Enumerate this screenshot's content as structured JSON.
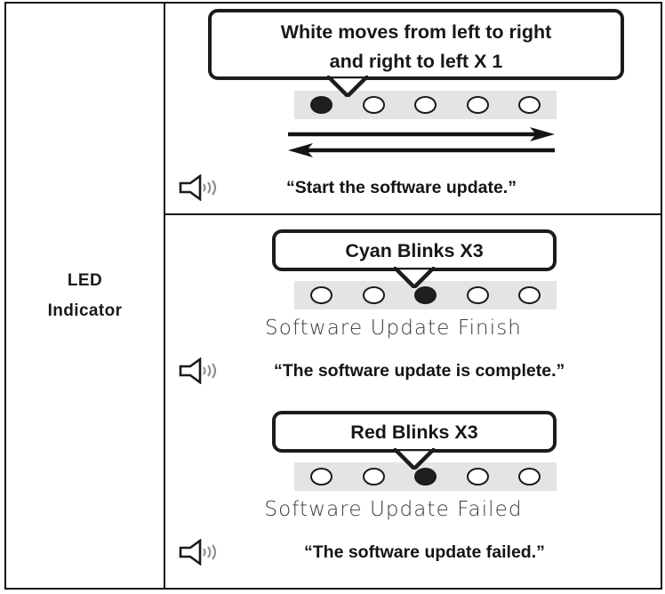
{
  "row_label": {
    "line1": "LED",
    "line2": "Indicator"
  },
  "colors": {
    "frame_border": "#111111",
    "bubble_border": "#1c1c1c",
    "led_strip_bg": "#e4e4e4",
    "led_on": "#1f1f1f",
    "led_off": "#ffffff",
    "status_text": "#3a3a3a"
  },
  "sections": [
    {
      "id": "software-update-start",
      "bubble_label_line1": "White moves from left to right",
      "bubble_label_line2": "and right to left X 1",
      "leds": [
        "on",
        "off",
        "off",
        "off",
        "off"
      ],
      "arrows": [
        "arrow-right-icon",
        "arrow-left-icon"
      ],
      "voice_icon": "speaker-icon",
      "voice_text": "“Start the software update.”"
    },
    {
      "id": "software-update-finish",
      "bubble_label": "Cyan Blinks X3",
      "leds": [
        "off",
        "off",
        "on",
        "off",
        "off"
      ],
      "status_text": "Software Update Finish",
      "voice_icon": "speaker-icon",
      "voice_text": "“The software update is complete.”"
    },
    {
      "id": "software-update-failed",
      "bubble_label": "Red Blinks X3",
      "leds": [
        "off",
        "off",
        "on",
        "off",
        "off"
      ],
      "status_text": "Software Update Failed",
      "voice_icon": "speaker-icon",
      "voice_text": "“The software update failed.”"
    }
  ]
}
